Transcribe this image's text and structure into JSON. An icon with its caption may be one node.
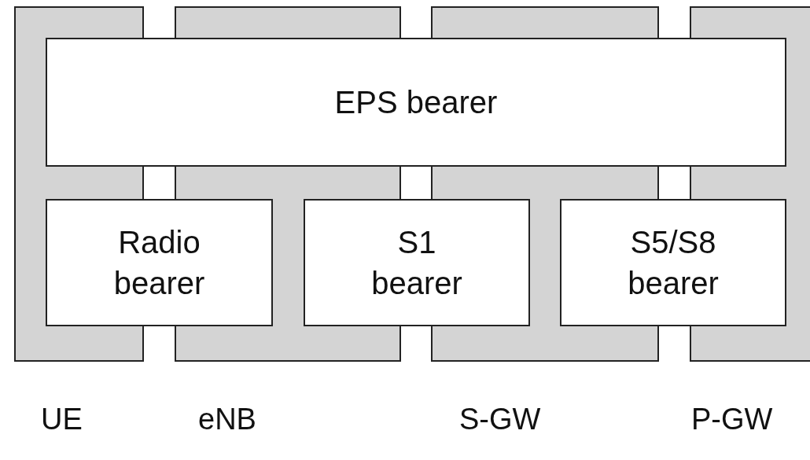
{
  "diagram": {
    "nodes": [
      {
        "text": [
          "UE"
        ]
      },
      {
        "text": [
          "eNB"
        ]
      },
      {
        "text": [
          "S-GW"
        ]
      },
      {
        "text": [
          "P-GW"
        ]
      },
      {
        "text": [
          "EPS bearer"
        ]
      },
      {
        "text": [
          "Radio bearer"
        ]
      },
      {
        "text": [
          "S1 bearer"
        ]
      },
      {
        "text": [
          "S5/S8 bearer"
        ]
      }
    ]
  }
}
